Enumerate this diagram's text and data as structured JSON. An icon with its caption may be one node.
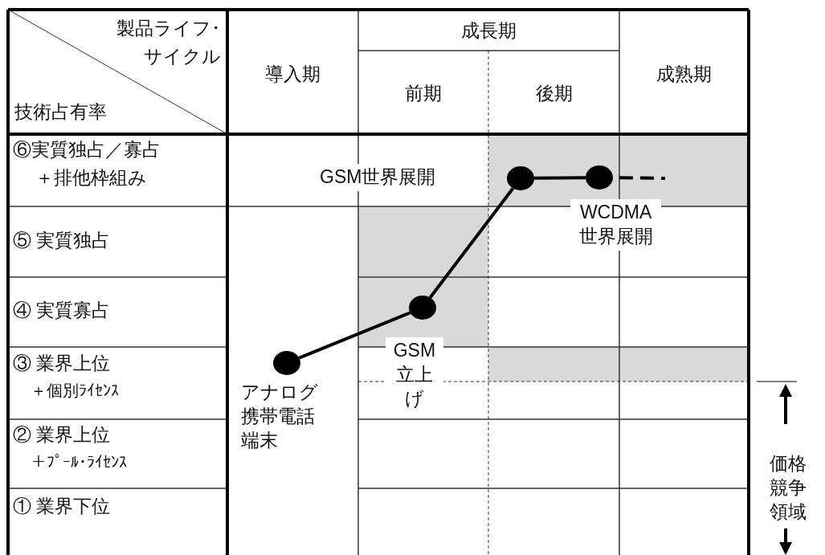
{
  "diagram": {
    "nodes": [
      {
        "text": [],
        "shape": "circle",
        "beside": [
          "アナログ携帯電話端末"
        ]
      },
      {
        "text": [],
        "shape": "circle",
        "beside": [
          "GSM立上げ"
        ]
      },
      {
        "text": [],
        "shape": "circle",
        "beside": [
          "GSM世界展開"
        ]
      },
      {
        "text": [],
        "shape": "circle",
        "beside": [
          "WCDMA世界展開"
        ]
      }
    ],
    "edges": [
      {
        "from": 0,
        "to": 1,
        "arrow": "none"
      },
      {
        "from": 1,
        "to": 2,
        "arrow": "none"
      },
      {
        "from": 2,
        "to": 3,
        "arrow": "none"
      },
      {
        "from": 3,
        "to": null,
        "arrow": "none",
        "style": "dashed"
      }
    ],
    "labels": [
      "製品ライフ･サイクル",
      "技術占有率",
      "導入期",
      "成長期",
      "成熟期",
      "前期",
      "後期",
      "⑥実質独占／寡占",
      "＋排他枠組み",
      "⑤ 実質独占",
      "④ 実質寡占",
      "③ 業界上位",
      "＋個別ﾗｲｾﾝｽ",
      "② 業界上位",
      "＋ﾌﾟｰﾙ･ﾗｲｾﾝｽ",
      "① 業界下位",
      "価格競争領域"
    ]
  }
}
